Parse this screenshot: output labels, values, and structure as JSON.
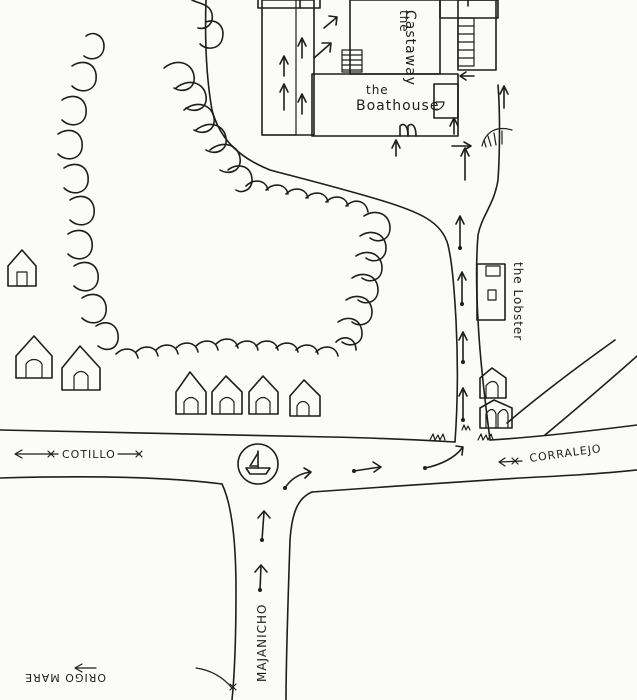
{
  "labels": {
    "castaway": [
      "the",
      "Castaway"
    ],
    "boathouse": [
      "the",
      "Boathouse"
    ],
    "lobster": "the Lobster",
    "cotillo": "COTILLO",
    "corralejo": "CORRALEJO",
    "majanicho": "MAJANICHO",
    "origo_mare": "ORIGO MARE"
  },
  "icons": {
    "roundabout": "sailboat-icon",
    "building": "house-icon",
    "stairs": "stairs-icon",
    "door": "double-door-icon"
  },
  "ink_color": "#1e1e1e",
  "paper_color": "#fbfbf9"
}
